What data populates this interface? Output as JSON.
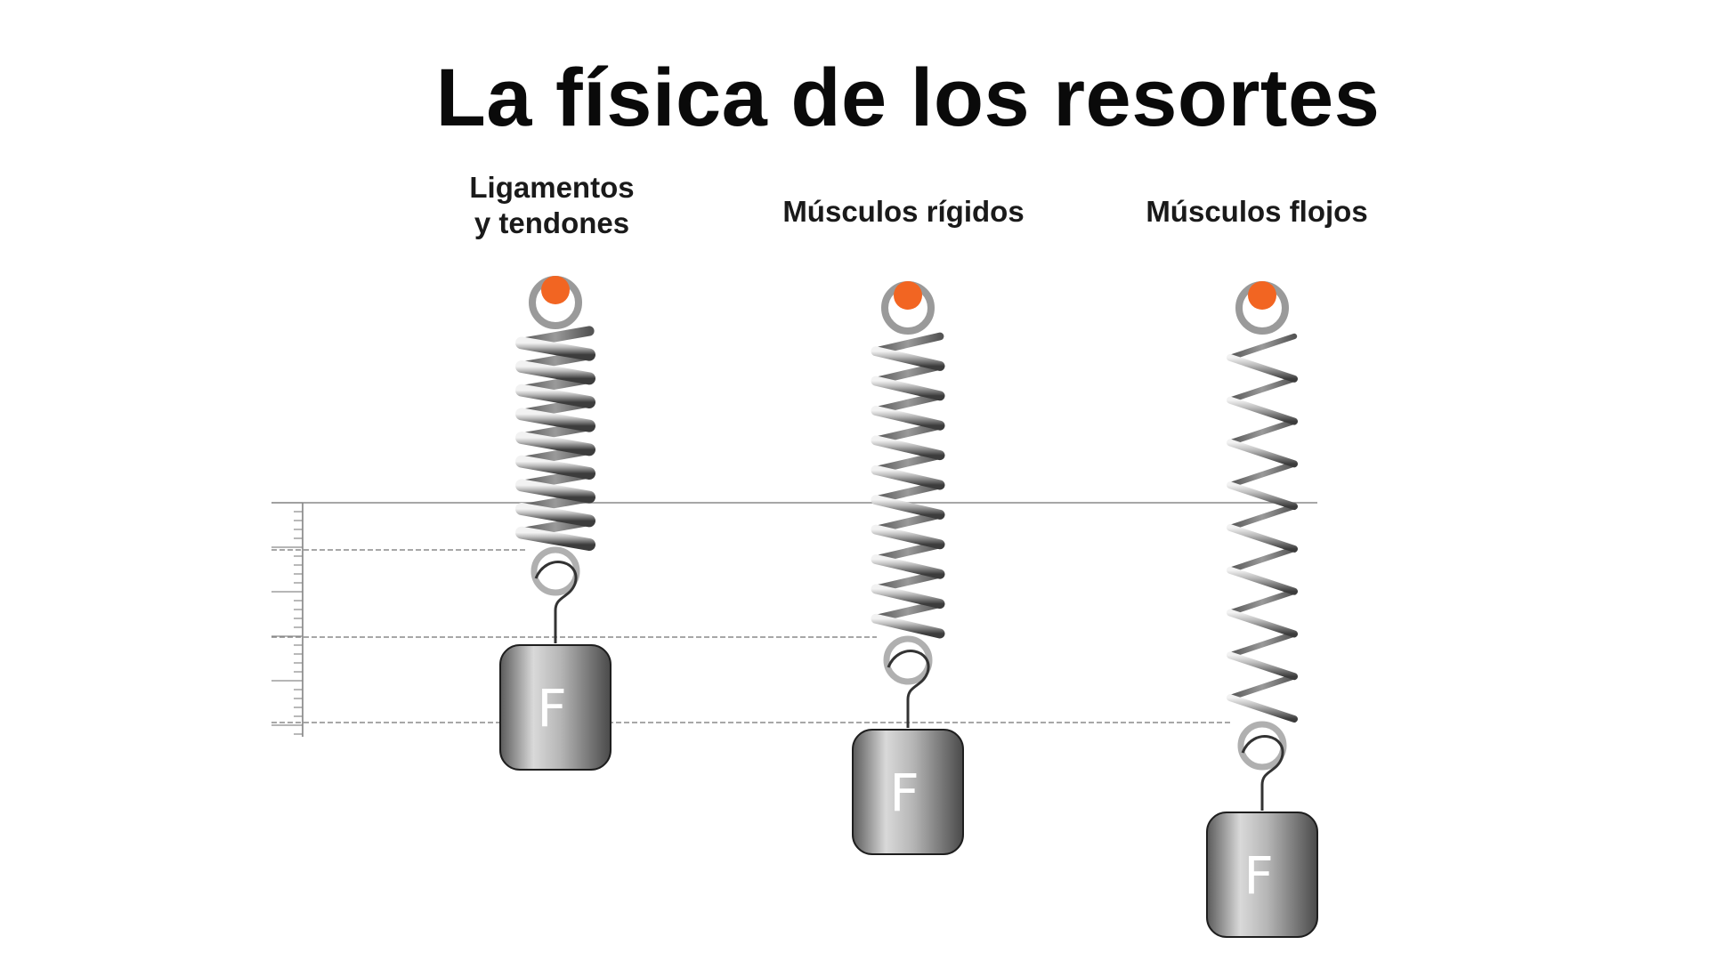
{
  "title": "La física de los resortes",
  "springs": [
    {
      "label_lines": [
        "Ligamentos",
        "y tendones"
      ],
      "stiffness": "high",
      "weight_label": "F"
    },
    {
      "label_lines": [
        "Músculos rígidos"
      ],
      "stiffness": "medium",
      "weight_label": "F"
    },
    {
      "label_lines": [
        "Músculos flojos"
      ],
      "stiffness": "low",
      "weight_label": "F"
    }
  ],
  "colors": {
    "anchor": "#f26522",
    "title": "#0a0a0a",
    "spring": "#8a8a8a",
    "weight": "#9e9e9e"
  },
  "icons": {
    "anchor": "pin-icon",
    "weight": "weight-icon"
  }
}
